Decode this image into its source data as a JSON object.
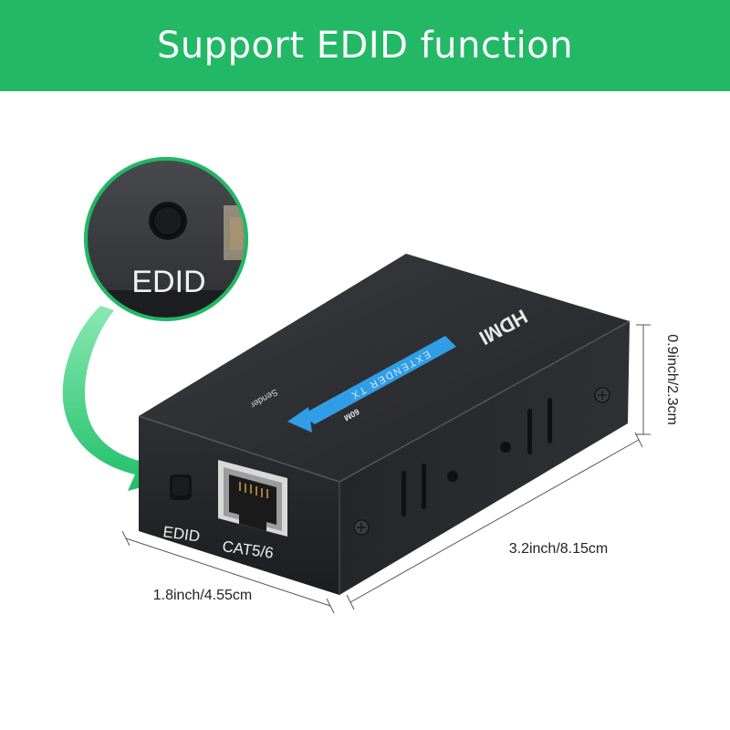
{
  "banner": {
    "title": "Support EDID function"
  },
  "callout": {
    "zoom_label": "EDID"
  },
  "device": {
    "button_label": "EDID",
    "port_label": "CAT5/6",
    "top_brand": "HDMI",
    "top_subtitle": "EXTENDER TX",
    "top_distance": "60M",
    "top_role": "Sender"
  },
  "dimensions": {
    "width": "1.8inch/4.55cm",
    "length": "3.2inch/8.15cm",
    "height": "0.9inch/2.3cm"
  },
  "colors": {
    "banner": "#22b866",
    "arrow": "#2ecc71",
    "device_body": "#2a2b2e",
    "stripe": "#2f9ee6"
  }
}
